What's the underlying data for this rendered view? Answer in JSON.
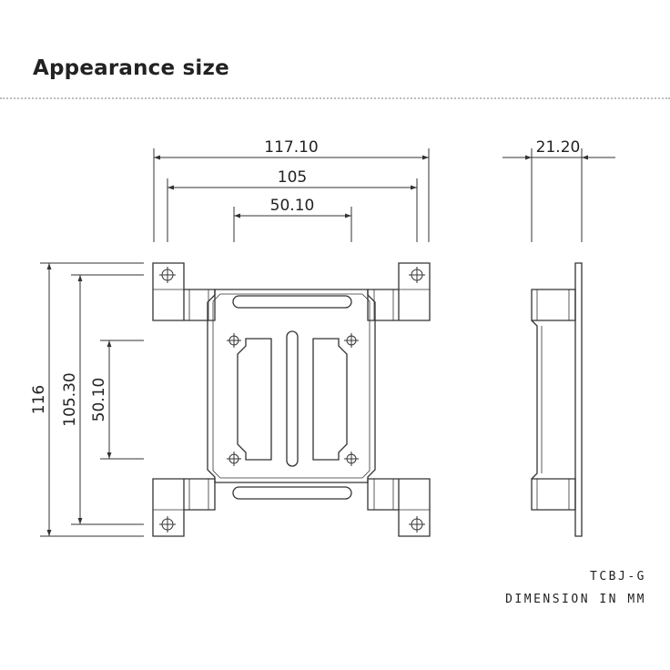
{
  "title": "Appearance size",
  "dimensions": {
    "overall_width": "117.10",
    "hole_width": "105",
    "inner_width": "50.10",
    "side_depth": "21.20",
    "overall_height": "116",
    "hole_height": "105.30",
    "inner_height": "50.10"
  },
  "footer": {
    "model": "TCBJ-G",
    "unit_note": "DIMENSION IN MM"
  },
  "colors": {
    "line": "#333333",
    "text": "#222222",
    "divider": "#bdbdbd"
  }
}
